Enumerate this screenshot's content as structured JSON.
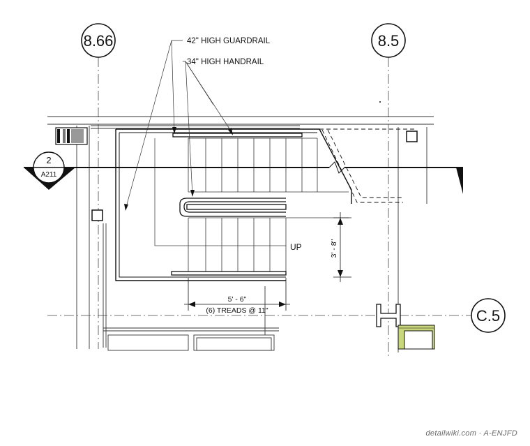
{
  "grid_bubbles": {
    "left": "8.66",
    "right": "8.5",
    "bottom_right": "C.5"
  },
  "notes": {
    "guardrail": "42\" HIGH GUARDRAIL",
    "handrail": "34\" HIGH HANDRAIL"
  },
  "section_marker": {
    "number": "2",
    "sheet": "A211"
  },
  "direction_label": "UP",
  "dimensions": {
    "width": "5' - 6\"",
    "treads": "(6) TREADS @ 11\"",
    "landing_depth": "3' - 8\""
  },
  "credit": "detailwiki.com · A-ENJFD",
  "colors": {
    "line": "#111111",
    "hatch_fill": "#c9d67a"
  }
}
